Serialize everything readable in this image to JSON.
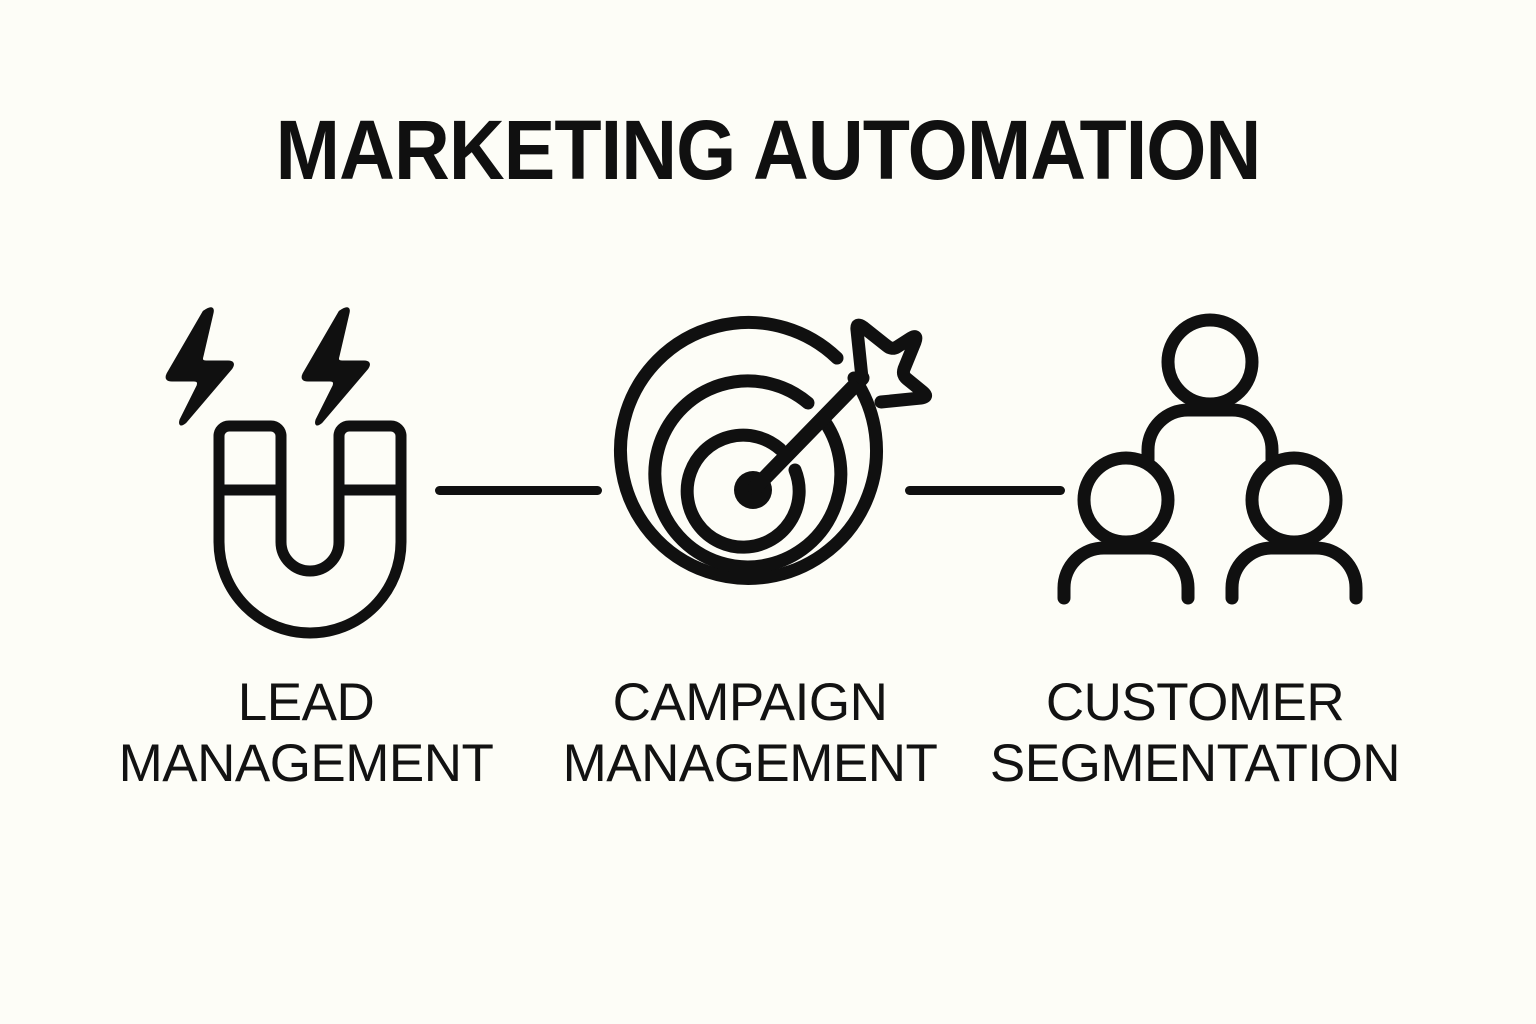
{
  "page": {
    "background_color": "#fdfdf7",
    "ink_color": "#101010",
    "title": "MARKETING AUTOMATION"
  },
  "steps": [
    {
      "id": "lead-management",
      "icon": "magnet-icon",
      "label_line1": "LEAD",
      "label_line2": "MANAGEMENT"
    },
    {
      "id": "campaign-management",
      "icon": "target-arrow-icon",
      "label_line1": "CAMPAIGN",
      "label_line2": "MANAGEMENT"
    },
    {
      "id": "customer-segmentation",
      "icon": "people-group-icon",
      "label_line1": "CUSTOMER",
      "label_line2": "SEGMENTATION"
    }
  ],
  "connectors": [
    {
      "id": "connector-1",
      "from": "lead-management",
      "to": "campaign-management"
    },
    {
      "id": "connector-2",
      "from": "campaign-management",
      "to": "customer-segmentation"
    }
  ]
}
